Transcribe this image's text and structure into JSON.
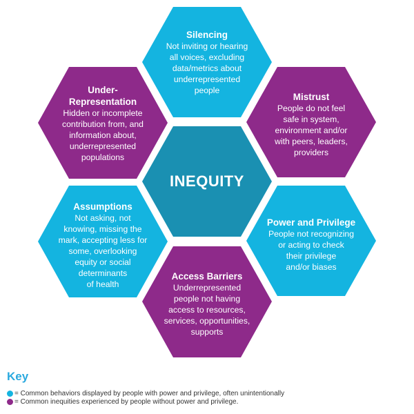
{
  "diagram": {
    "center": {
      "label": "INEQUITY",
      "color": "#1a90b2"
    },
    "colors": {
      "behavior": "#14b4e0",
      "inequity": "#8e2a8a"
    },
    "hexagons": [
      {
        "id": "silencing",
        "type": "behavior",
        "title": "Silencing",
        "description": "Not inviting or hearing\nall voices, excluding\ndata/metrics about\nunderrepresented\npeople"
      },
      {
        "id": "under-representation",
        "type": "inequity",
        "title": "Under-\nRepresentation",
        "description": "Hidden or incomplete\ncontribution from, and\ninformation about,\nunderrepresented\npopulations"
      },
      {
        "id": "mistrust",
        "type": "inequity",
        "title": "Mistrust",
        "description": "People do not feel\nsafe in system,\nenvironment and/or\nwith peers, leaders,\nproviders"
      },
      {
        "id": "assumptions",
        "type": "behavior",
        "title": "Assumptions",
        "description": "Not asking, not\nknowing, missing the\nmark, accepting less for\nsome, overlooking\nequity or social\ndeterminants\nof health"
      },
      {
        "id": "power-and-privilege",
        "type": "behavior",
        "title": "Power and Privilege",
        "description": "People not recognizing\nor acting to check\ntheir privilege\nand/or biases"
      },
      {
        "id": "access-barriers",
        "type": "inequity",
        "title": "Access Barriers",
        "description": "Underrepresented\npeople not having\naccess to resources,\nservices, opportunities,\nsupports"
      }
    ]
  },
  "key": {
    "title": "Key",
    "items": [
      {
        "color": "#14b4e0",
        "label": "= Common behaviors displayed by people with power and privilege, often unintentionally"
      },
      {
        "color": "#8e2a8a",
        "label": "= Common inequities experienced by people without power and privilege."
      }
    ]
  }
}
